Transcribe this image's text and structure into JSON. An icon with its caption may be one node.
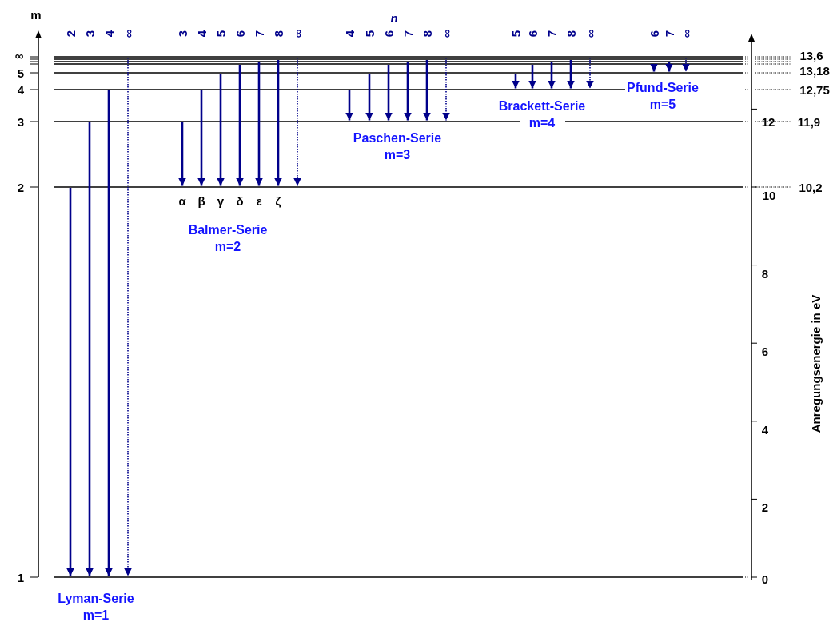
{
  "diagram": {
    "nodes": [
      {
        "text": [],
        "shape": "bar"
      },
      {
        "text": [],
        "shape": "bar"
      },
      {
        "text": [],
        "shape": "bar"
      },
      {
        "text": [],
        "shape": "bar"
      },
      {
        "text": [],
        "shape": "bar"
      },
      {
        "text": [],
        "shape": "bar"
      },
      {
        "text": [],
        "shape": "bar"
      },
      {
        "text": [],
        "shape": "bar"
      },
      {
        "text": [],
        "shape": "bar"
      }
    ],
    "edges": [
      {
        "from": 7,
        "to": 8,
        "arrow": "to"
      },
      {
        "from": 6,
        "to": 8,
        "arrow": "to"
      },
      {
        "from": 5,
        "to": 8,
        "arrow": "to"
      },
      {
        "from": 0,
        "to": 8,
        "arrow": "to",
        "style": "dashed"
      },
      {
        "from": 6,
        "to": 7,
        "arrow": "to"
      },
      {
        "from": 5,
        "to": 7,
        "arrow": "to"
      },
      {
        "from": 4,
        "to": 7,
        "arrow": "to"
      },
      {
        "from": 3,
        "to": 7,
        "arrow": "to"
      },
      {
        "from": 2,
        "to": 7,
        "arrow": "to"
      },
      {
        "from": 1,
        "to": 7,
        "arrow": "to"
      },
      {
        "from": 0,
        "to": 7,
        "arrow": "to",
        "style": "dashed"
      },
      {
        "from": 5,
        "to": 6,
        "arrow": "to"
      },
      {
        "from": 4,
        "to": 6,
        "arrow": "to"
      },
      {
        "from": 3,
        "to": 6,
        "arrow": "to"
      },
      {
        "from": 2,
        "to": 6,
        "arrow": "to"
      },
      {
        "from": 1,
        "to": 6,
        "arrow": "to"
      },
      {
        "from": 0,
        "to": 6,
        "arrow": "to",
        "style": "dashed"
      },
      {
        "from": 4,
        "to": 5,
        "arrow": "to"
      },
      {
        "from": 3,
        "to": 5,
        "arrow": "to"
      },
      {
        "from": 2,
        "to": 5,
        "arrow": "to"
      },
      {
        "from": 1,
        "to": 5,
        "arrow": "to"
      },
      {
        "from": 0,
        "to": 5,
        "arrow": "to",
        "style": "dashed"
      },
      {
        "from": 3,
        "to": 4,
        "arrow": "to"
      },
      {
        "from": 2,
        "to": 4,
        "arrow": "to"
      },
      {
        "from": 0,
        "to": 4,
        "arrow": "to",
        "style": "dashed"
      }
    ],
    "labels": [
      "m",
      "n",
      "2",
      "3",
      "4",
      "∞",
      "3",
      "4",
      "5",
      "6",
      "7",
      "8",
      "∞",
      "4",
      "5",
      "6",
      "7",
      "8",
      "∞",
      "5",
      "6",
      "7",
      "8",
      "∞",
      "6",
      "7",
      "∞",
      "∞",
      "5",
      "4",
      "3",
      "2",
      "1",
      "13,6",
      "13,18",
      "12,75",
      "12",
      "11,9",
      "10,2",
      "10",
      "8",
      "6",
      "4",
      "2",
      "0",
      "Pfund-Serie m=5",
      "Brackett-Serie m=4",
      "Paschen-Serie m=3",
      "α",
      "β",
      "γ",
      "δ",
      "ε",
      "ζ",
      "Balmer-Serie m=2",
      "Anregungsenergie in eV",
      "Lyman-Serie m=1"
    ]
  }
}
